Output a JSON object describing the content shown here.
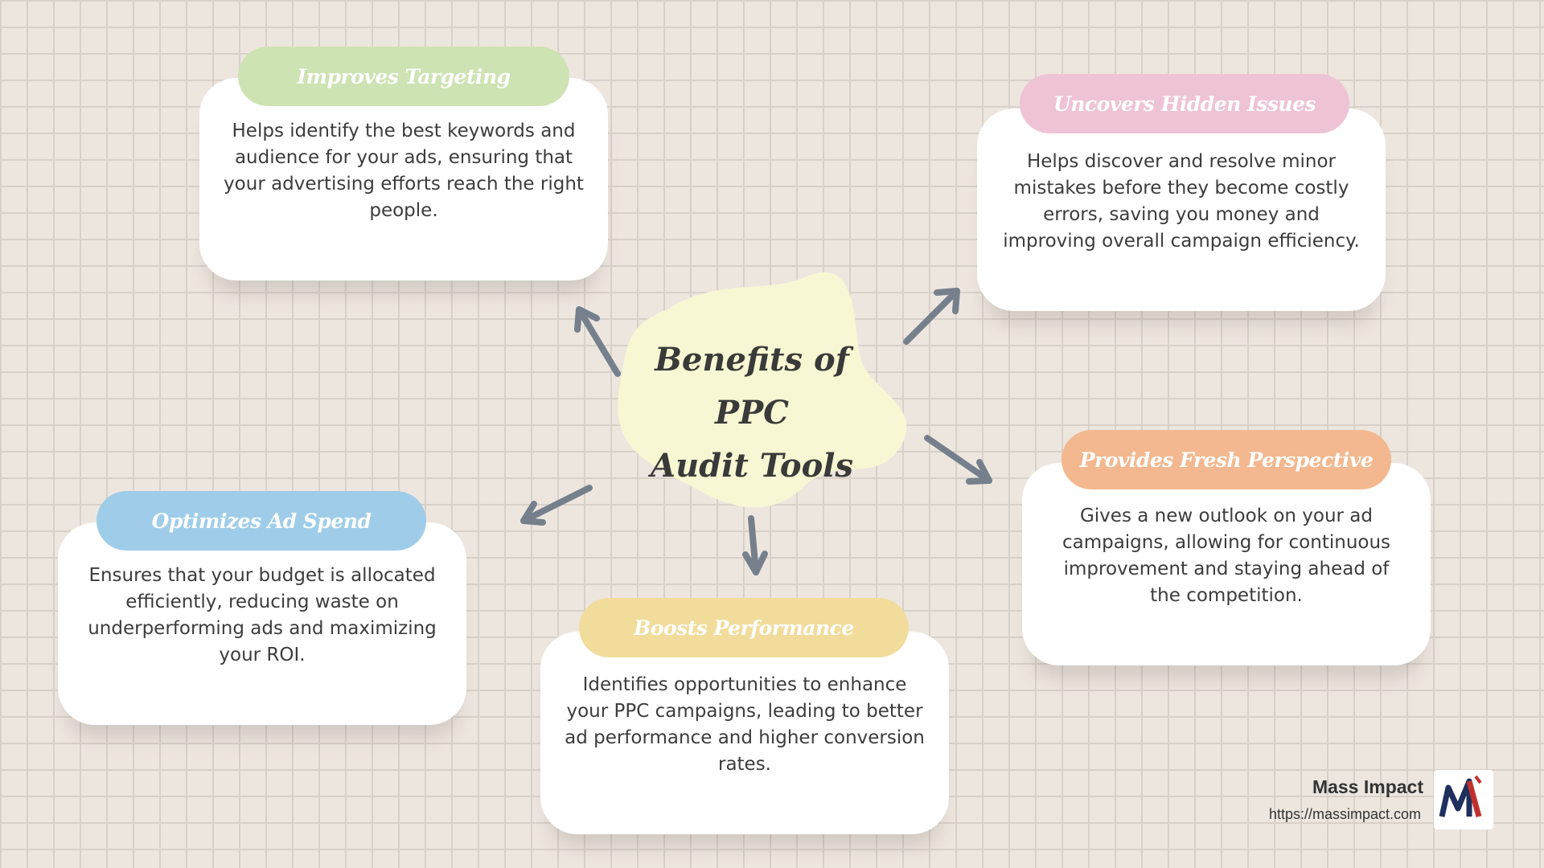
{
  "center": {
    "title_line1": "Benefits of PPC",
    "title_line2": "Audit Tools"
  },
  "nodes": [
    {
      "id": "targeting",
      "title": "Improves Targeting",
      "text": "Helps identify the best keywords and audience for your ads, ensuring that your advertising efforts reach the right people.",
      "color": "#cde3b3"
    },
    {
      "id": "hidden",
      "title": "Uncovers Hidden Issues",
      "text": "Helps discover and resolve minor mistakes before they become costly errors, saving you money and improving overall campaign efficiency.",
      "color": "#eec3d6"
    },
    {
      "id": "fresh",
      "title": "Provides Fresh Perspective",
      "text": "Gives a new outlook on your ad campaigns, allowing for continuous improvement and staying ahead of the competition.",
      "color": "#f3b88f"
    },
    {
      "id": "performance",
      "title": "Boosts Performance",
      "text": "Identifies opportunities to enhance your PPC campaigns, leading to better ad performance and higher conversion rates.",
      "color": "#f1dc9c"
    },
    {
      "id": "spend",
      "title": "Optimizes Ad Spend",
      "text": "Ensures that your budget is allocated efficiently, reducing waste on underperforming ads and maximizing your ROI.",
      "color": "#9fcde9"
    }
  ],
  "brand": {
    "name": "Mass Impact",
    "url": "https://massimpact.com",
    "logo_letter": "M"
  },
  "colors": {
    "background": "#ede6df",
    "grid": "#d8d1ca",
    "center_blob": "#f8f7d3",
    "arrow": "#75808c"
  }
}
